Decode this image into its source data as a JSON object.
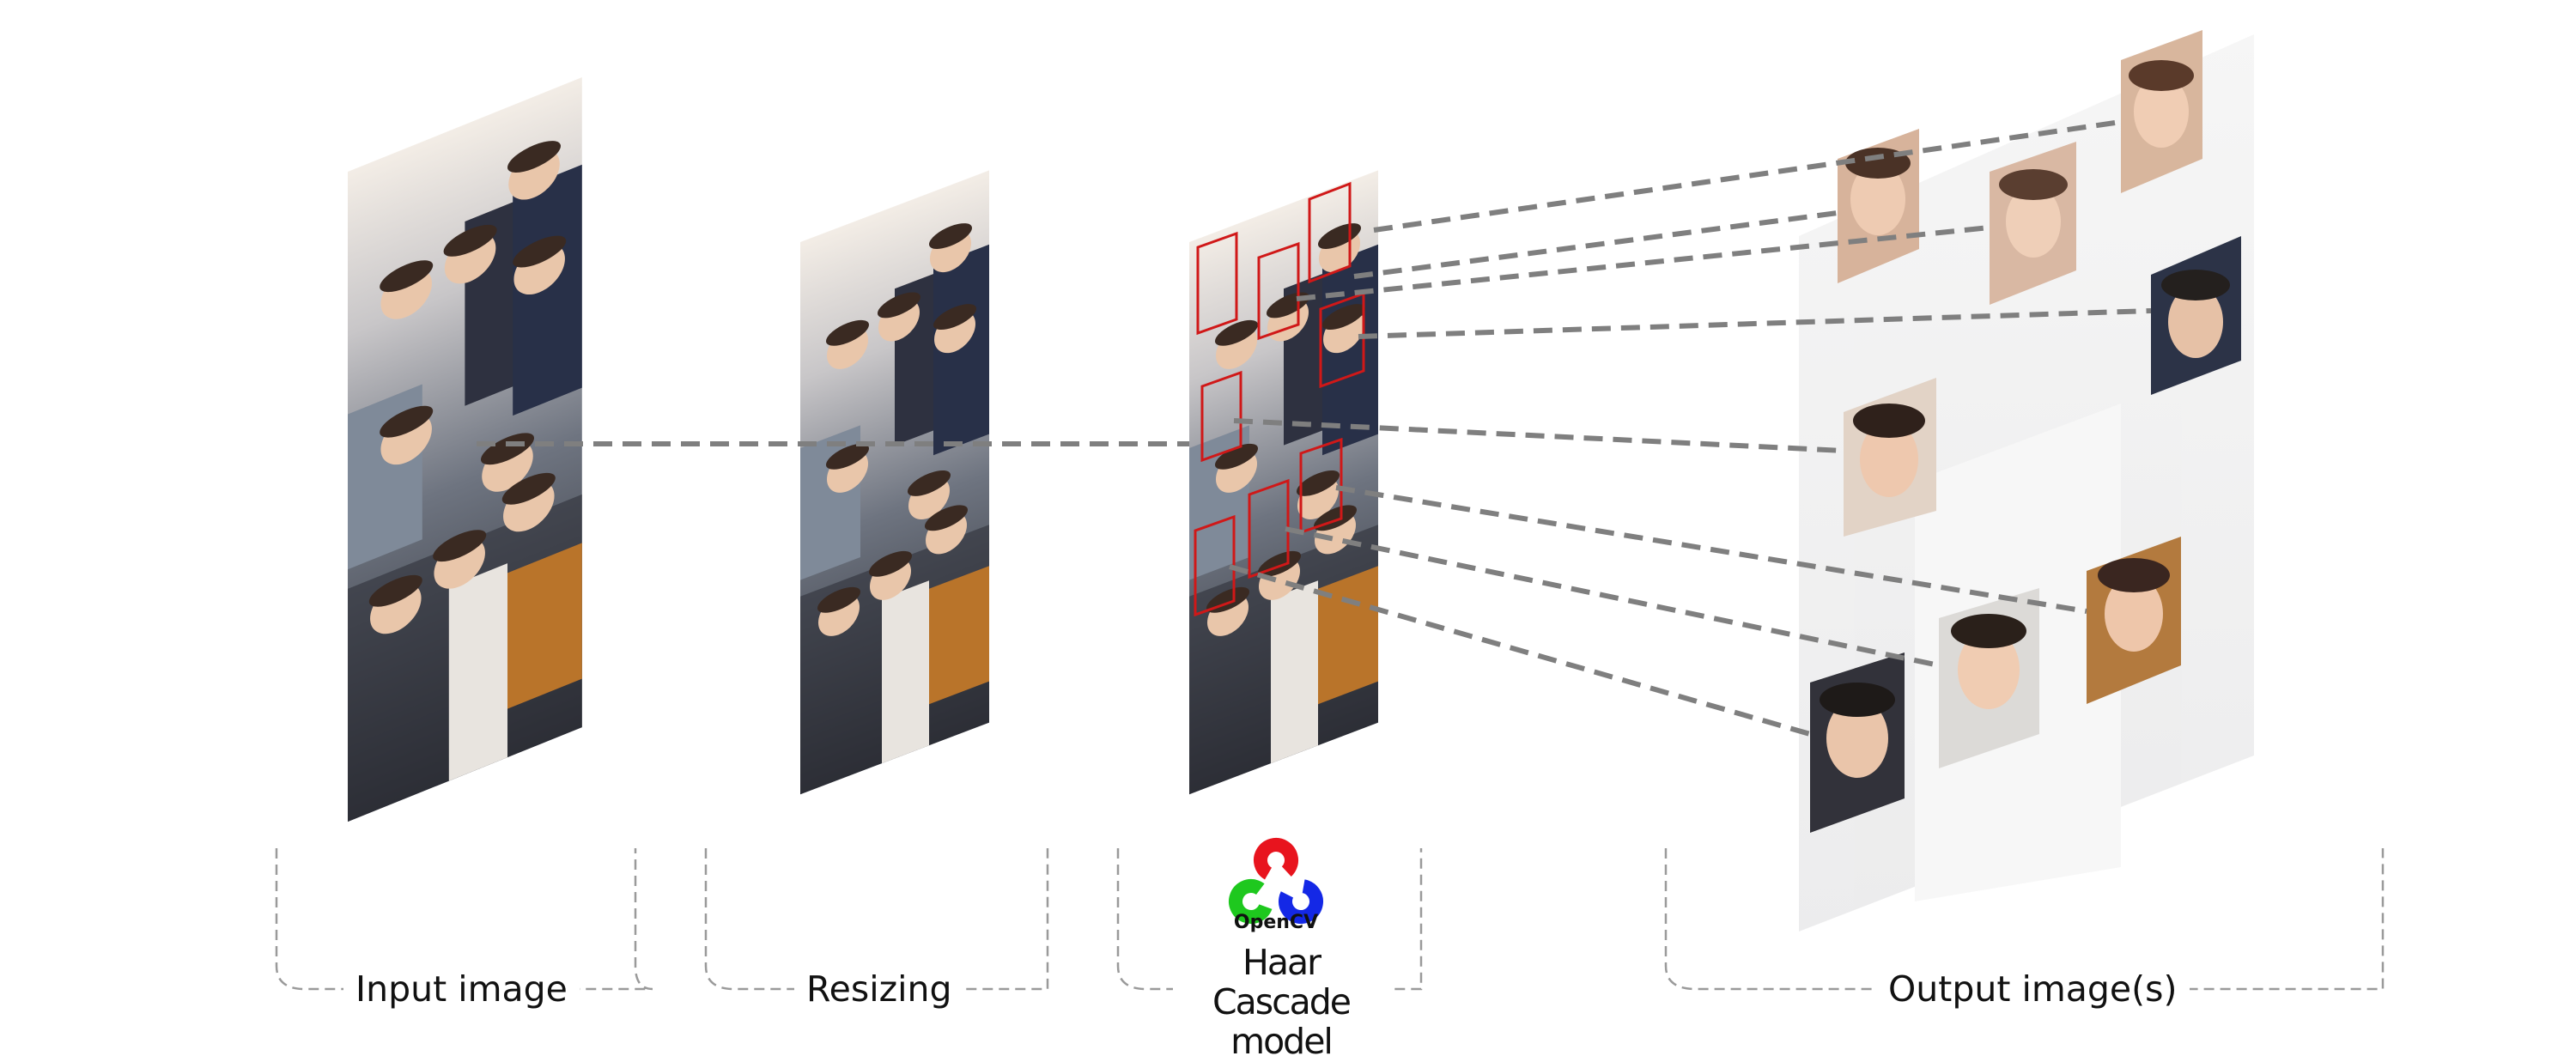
{
  "stages": [
    {
      "label": "Input image"
    },
    {
      "label": "Resizing"
    },
    {
      "label": "Haar Cascade model"
    },
    {
      "label": "Output image(s)"
    }
  ],
  "logo": {
    "text": "OpenCV"
  },
  "colors": {
    "connector": "#7f7f7f",
    "bracket": "#9a9a9a",
    "detection_box": "#d01818",
    "opencv_red": "#e8141e",
    "opencv_green": "#1ec81e",
    "opencv_blue": "#1428e6"
  }
}
